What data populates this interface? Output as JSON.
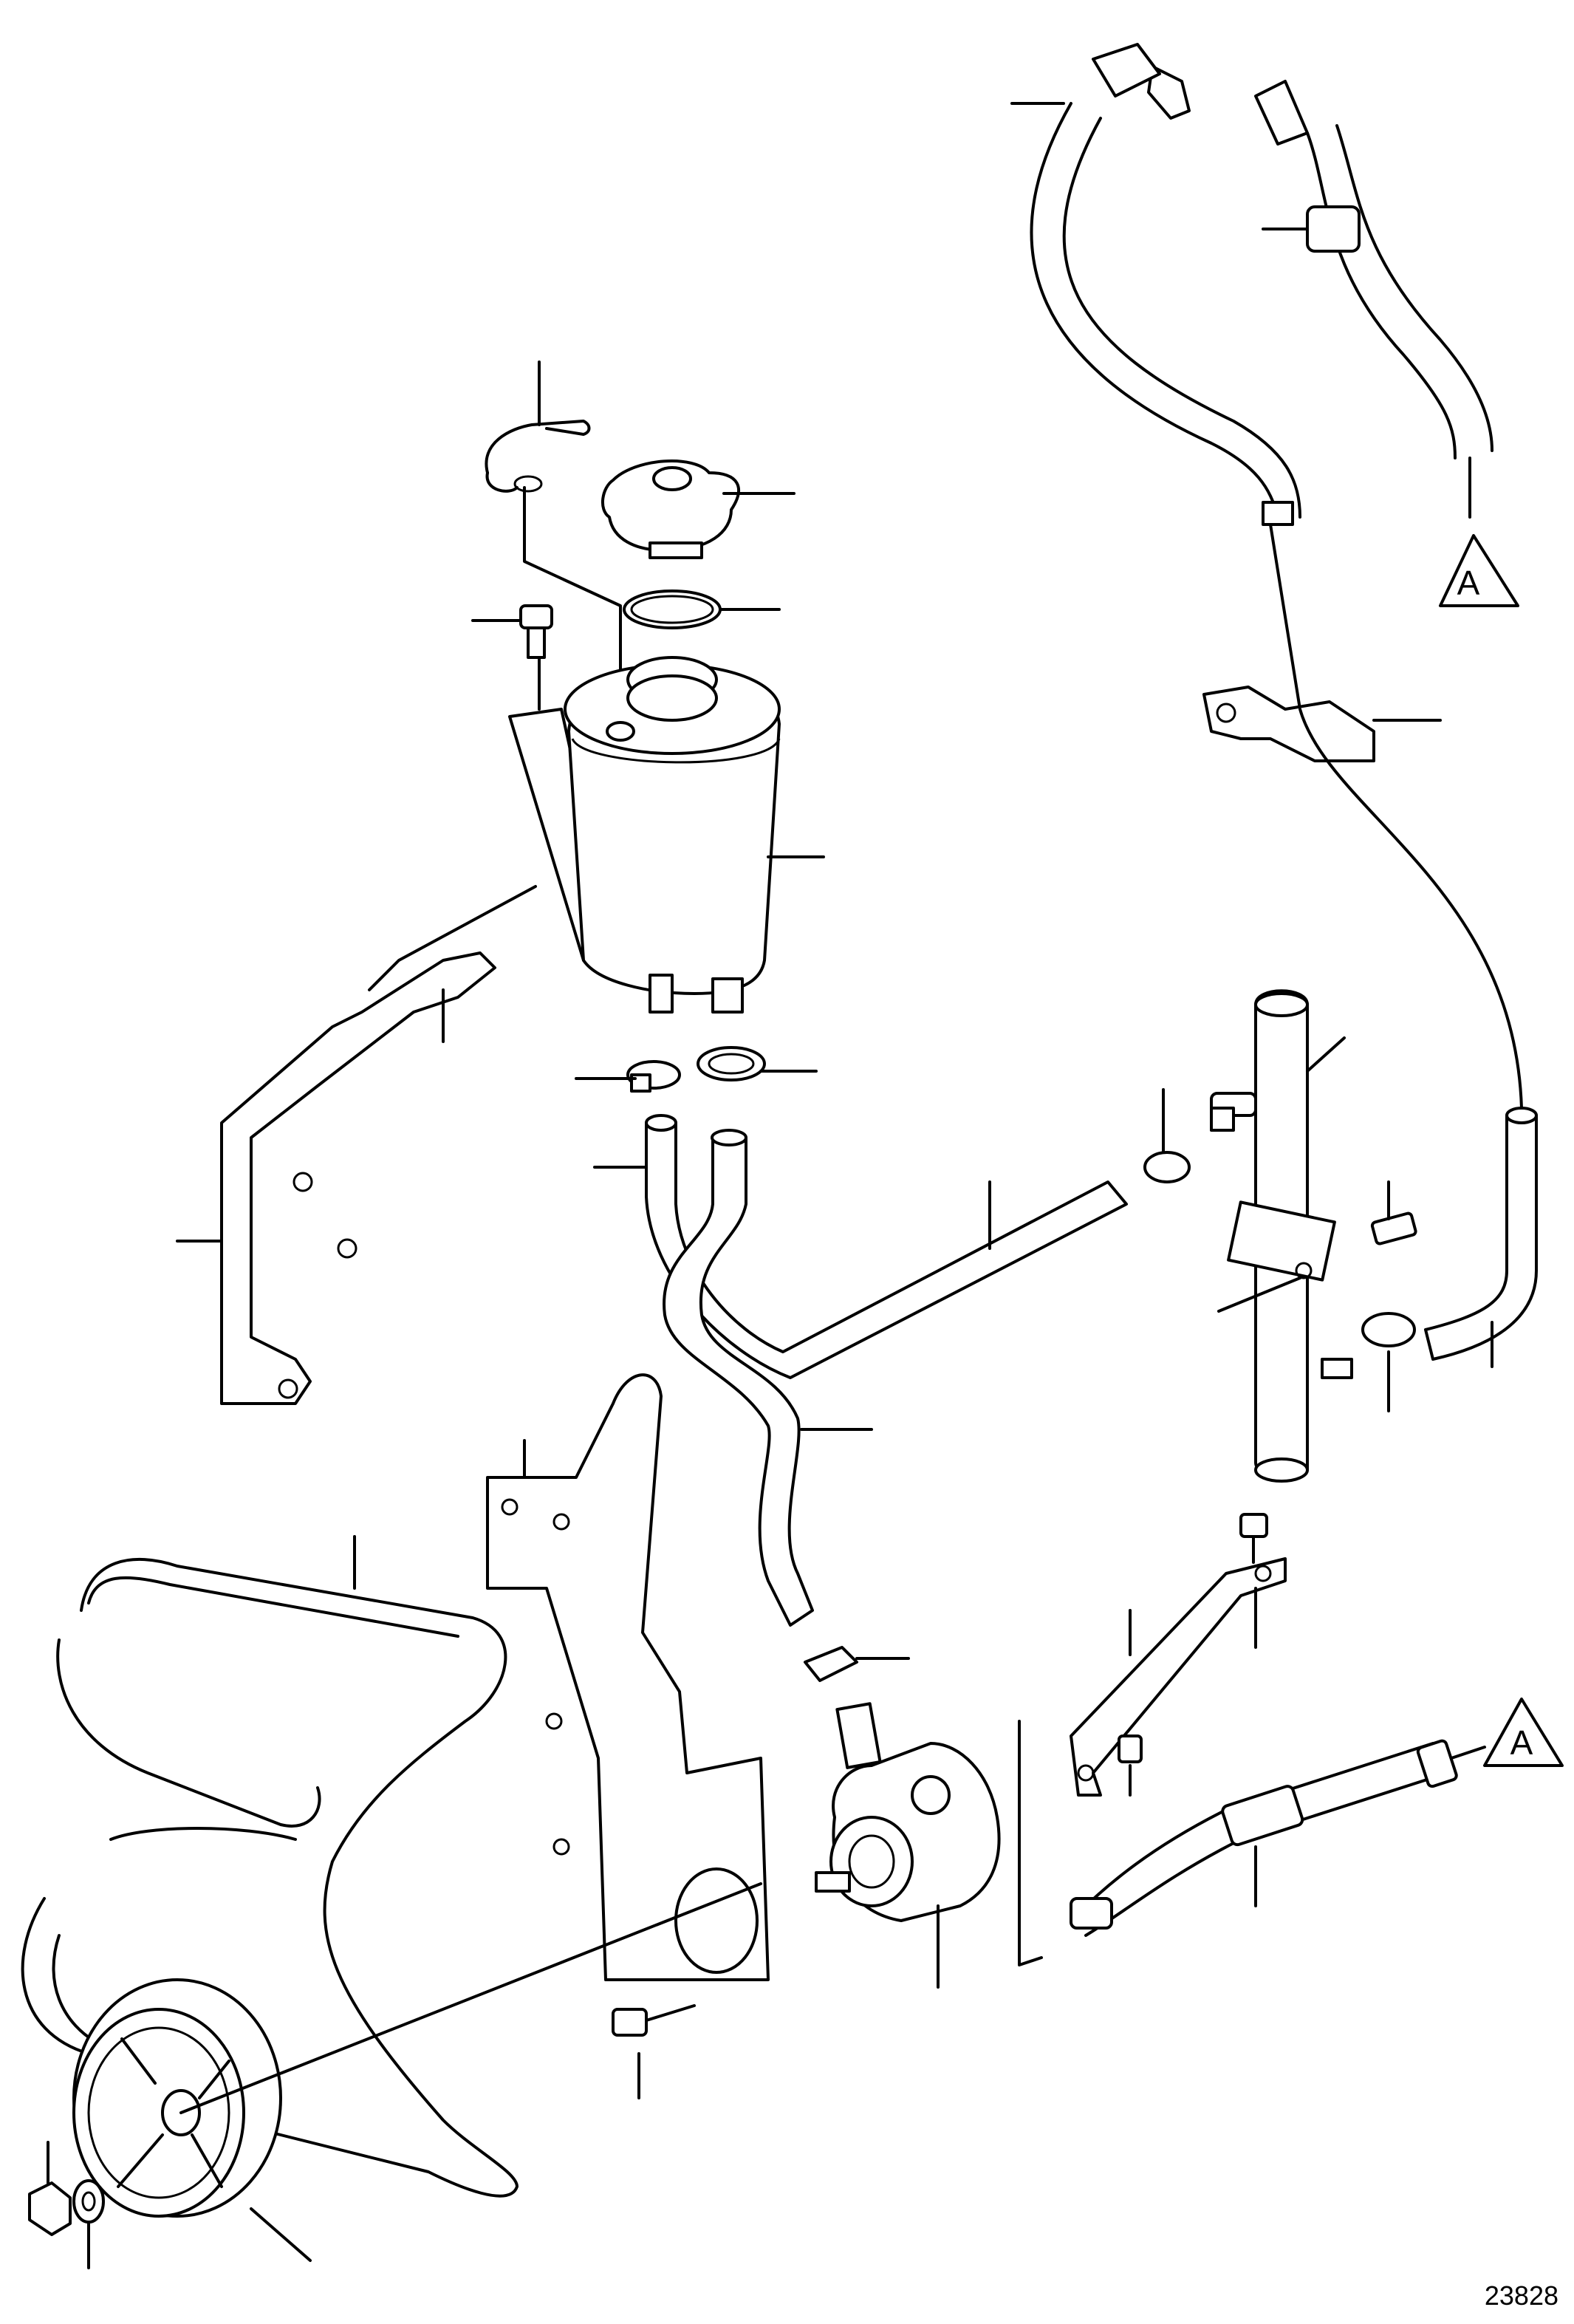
{
  "diagram": {
    "figure_number": "23828",
    "reference_marks": [
      "A",
      "A"
    ]
  }
}
